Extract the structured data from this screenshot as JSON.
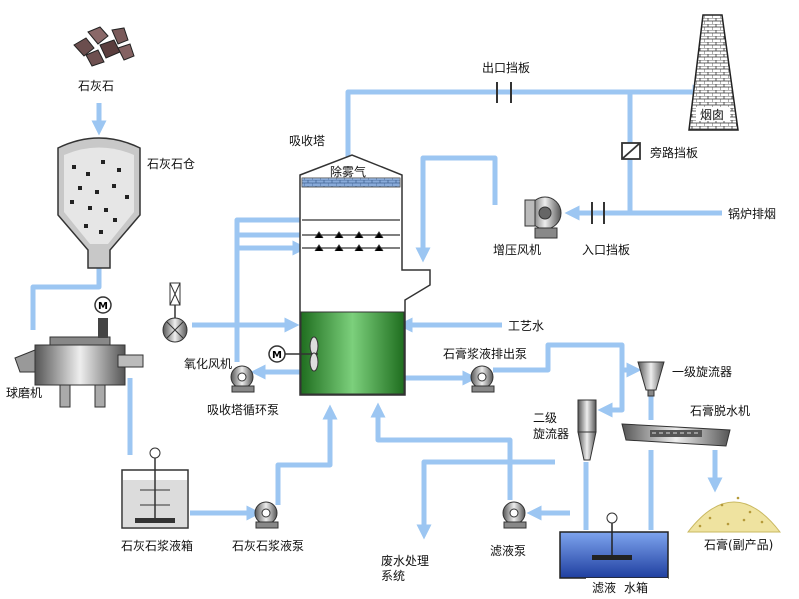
{
  "labels": {
    "limestone": "石灰石",
    "limestone_silo": "石灰石仓",
    "ball_mill": "球磨机",
    "oxidation_fan": "氧化风机",
    "absorber_recirc_pump": "吸收塔循环泵",
    "absorber": "吸收塔",
    "demister": "除雾气",
    "outlet_damper": "出口挡板",
    "chimney": "烟囱",
    "bypass_damper": "旁路挡板",
    "booster_fan": "增压风机",
    "inlet_damper": "入口挡板",
    "boiler_flue_gas": "锅炉排烟",
    "process_water": "工艺水",
    "gypsum_slurry_pump": "石膏浆液排出泵",
    "primary_cyclone": "一级旋流器",
    "secondary_cyclone_1": "二级",
    "secondary_cyclone_2": "旋流器",
    "gypsum_dewatering": "石膏脱水机",
    "limestone_slurry_tank": "石灰石浆液箱",
    "limestone_slurry_pump": "石灰石浆液泵",
    "wastewater_1": "废水处理",
    "wastewater_2": "系统",
    "filtrate_pump": "滤液泵",
    "filtrate_tank_1": "滤液",
    "filtrate_tank_2": "水箱",
    "gypsum_byproduct": "石膏(副产品)"
  },
  "motor_symbol": "M",
  "colors": {
    "flow_line": "#9cc6f2",
    "absorber_liquid": "#2e8b2e",
    "demister_band": "#4a7ec6",
    "tank_water": "#3a66c8",
    "chimney_brick": "#444444",
    "gypsum": "#e8d98a"
  }
}
